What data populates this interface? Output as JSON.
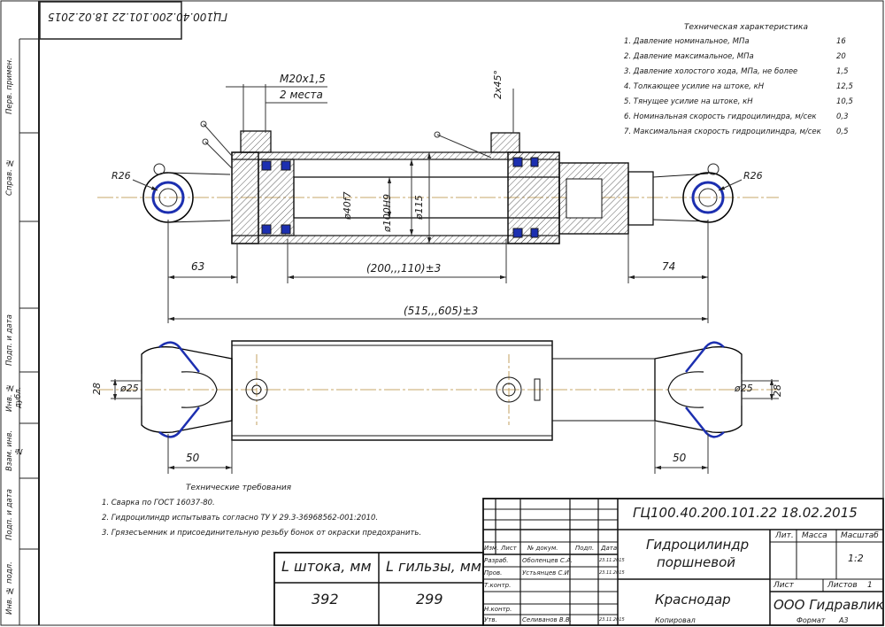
{
  "stamp": "ГЦ100.40.200.101.22 18.02.2015",
  "side_labels": [
    "Перв. примен.",
    "Справ. №",
    "Подп. и дата",
    "Инв. № дубл.",
    "Взам. инв. №",
    "Подп. и дата",
    "Инв. № подл."
  ],
  "spec": {
    "title": "Техническая характеристика",
    "rows": [
      {
        "label": "1. Давление номинальное, МПа",
        "value": "16"
      },
      {
        "label": "2. Давление максимальное, МПа",
        "value": "20"
      },
      {
        "label": "3. Давление холостого хода, МПа, не более",
        "value": "1,5"
      },
      {
        "label": "4. Толкающее усилие на штоке, кН",
        "value": "12,5"
      },
      {
        "label": "5. Тянущее усилие на штоке, кН",
        "value": "10,5"
      },
      {
        "label": "6. Номинальная скорость гидроцилиндра, м/сек",
        "value": "0,3"
      },
      {
        "label": "7. Максимальная скорость гидроцилиндра, м/сек",
        "value": "0,5"
      }
    ]
  },
  "dims": {
    "thread": "M20х1,5",
    "thread_note": "2 места",
    "chamfer": "2х45°",
    "r_left": "R26",
    "r_right": "R26",
    "d_rod": "ø40f7",
    "d_bore": "ø100H9",
    "d_outer": "ø115",
    "left_len": "63",
    "stroke": "(200,,,110)±3",
    "right_len": "74",
    "total": "(515,,,605)±3",
    "left_28": "28",
    "left_d25": "ø25",
    "right_d25": "ø25",
    "right_28": "28",
    "left_50": "50",
    "right_50": "50"
  },
  "requirements": {
    "title": "Технические требования",
    "items": [
      "1. Сварка по ГОСТ 16037-80.",
      "2. Гидроцилиндр испытывать согласно ТУ У 29.3-36968562-001:2010.",
      "3. Грязесъемник и присоединительную резьбу бонок от окраски предохранить."
    ]
  },
  "length_table": {
    "h1": "L штока, мм",
    "h2": "L гильзы, мм",
    "v1": "392",
    "v2": "299"
  },
  "title_block": {
    "code": "ГЦ100.40.200.101.22 18.02.2015",
    "name_line1": "Гидроцилиндр",
    "name_line2": "поршневой",
    "city": "Краснодар",
    "company": "ООО Гидравлик",
    "lit": "Лит.",
    "mass": "Масса",
    "scale_h": "Масштаб",
    "scale": "1:2",
    "sheet": "Лист",
    "sheets": "Листов",
    "sheets_n": "1",
    "copied": "Копировал",
    "format": "Формат",
    "format_v": "А3",
    "cols": [
      "Изм.",
      "Лист",
      "№ докум.",
      "Подп.",
      "Дата"
    ],
    "roles": [
      {
        "role": "Разраб.",
        "name": "Оболенцев С.А.",
        "date": "23.11.2015"
      },
      {
        "role": "Пров.",
        "name": "Устьянцев С.И.",
        "date": "23.11.2015"
      },
      {
        "role": "Т.контр.",
        "name": "",
        "date": ""
      },
      {
        "role": "Н.контр.",
        "name": "",
        "date": ""
      },
      {
        "role": "Утв.",
        "name": "Селиванов В.В.",
        "date": "23.11.2015"
      }
    ]
  }
}
